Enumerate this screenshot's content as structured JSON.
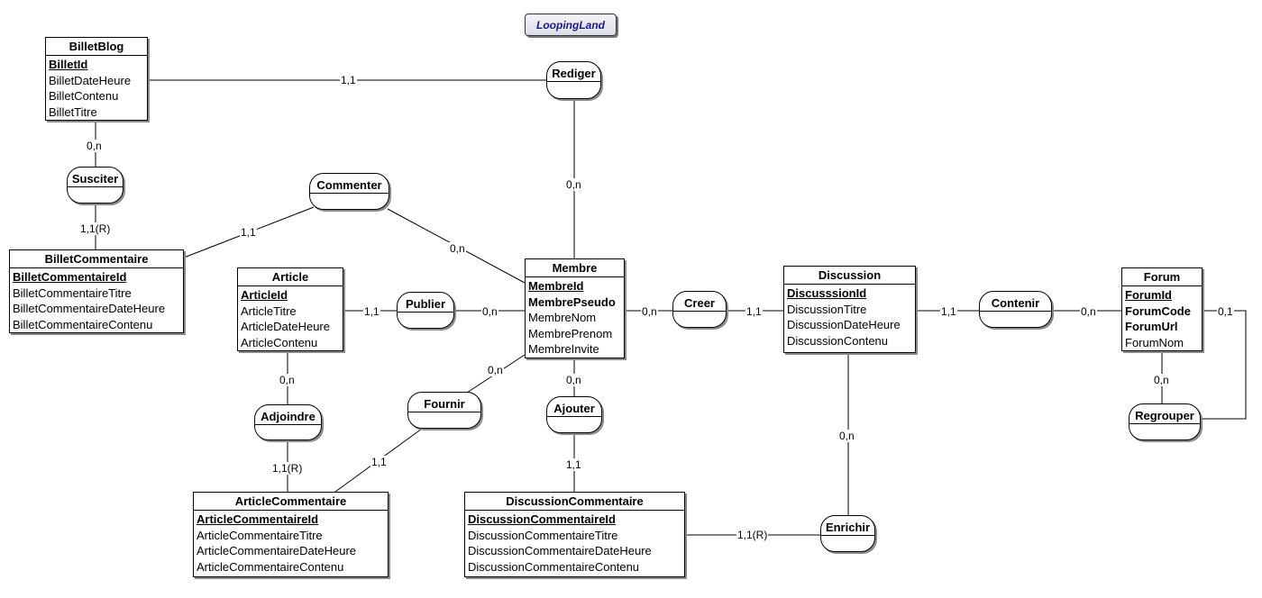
{
  "title": "LoopingLand",
  "entities": {
    "billetblog": {
      "name": "BilletBlog",
      "attributes": [
        {
          "label": "BilletId",
          "style": "key"
        },
        {
          "label": "BilletDateHeure",
          "style": ""
        },
        {
          "label": "BilletContenu",
          "style": ""
        },
        {
          "label": "BilletTitre",
          "style": ""
        }
      ]
    },
    "billetcommentaire": {
      "name": "BilletCommentaire",
      "attributes": [
        {
          "label": "BilletCommentaireId",
          "style": "key"
        },
        {
          "label": "BilletCommentaireTitre",
          "style": ""
        },
        {
          "label": "BilletCommentaireDateHeure",
          "style": ""
        },
        {
          "label": "BilletCommentaireContenu",
          "style": ""
        }
      ]
    },
    "article": {
      "name": "Article",
      "attributes": [
        {
          "label": "ArticleId",
          "style": "key"
        },
        {
          "label": "ArticleTitre",
          "style": ""
        },
        {
          "label": "ArticleDateHeure",
          "style": ""
        },
        {
          "label": "ArticleContenu",
          "style": ""
        }
      ]
    },
    "articlecommentaire": {
      "name": "ArticleCommentaire",
      "attributes": [
        {
          "label": "ArticleCommentaireId",
          "style": "key"
        },
        {
          "label": "ArticleCommentaireTitre",
          "style": ""
        },
        {
          "label": "ArticleCommentaireDateHeure",
          "style": ""
        },
        {
          "label": "ArticleCommentaireContenu",
          "style": ""
        }
      ]
    },
    "membre": {
      "name": "Membre",
      "attributes": [
        {
          "label": "MembreId",
          "style": "key"
        },
        {
          "label": "MembrePseudo",
          "style": "bold"
        },
        {
          "label": "MembreNom",
          "style": ""
        },
        {
          "label": "MembrePrenom",
          "style": ""
        },
        {
          "label": "MembreInvite",
          "style": ""
        }
      ]
    },
    "discussioncommentaire": {
      "name": "DiscussionCommentaire",
      "attributes": [
        {
          "label": "DiscussionCommentaireId",
          "style": "key"
        },
        {
          "label": "DiscussionCommentaireTitre",
          "style": ""
        },
        {
          "label": "DiscussionCommentaireDateHeure",
          "style": ""
        },
        {
          "label": "DiscussionCommentaireContenu",
          "style": ""
        }
      ]
    },
    "discussion": {
      "name": "Discussion",
      "attributes": [
        {
          "label": "DiscusssionId",
          "style": "key"
        },
        {
          "label": "DiscussionTitre",
          "style": ""
        },
        {
          "label": "DiscussionDateHeure",
          "style": ""
        },
        {
          "label": "DiscussionContenu",
          "style": ""
        }
      ]
    },
    "forum": {
      "name": "Forum",
      "attributes": [
        {
          "label": "ForumId",
          "style": "key"
        },
        {
          "label": "ForumCode",
          "style": "bold"
        },
        {
          "label": "ForumUrl",
          "style": "bold"
        },
        {
          "label": "ForumNom",
          "style": ""
        }
      ]
    }
  },
  "associations": {
    "rediger": "Rediger",
    "susciter": "Susciter",
    "commenter": "Commenter",
    "publier": "Publier",
    "adjoindre": "Adjoindre",
    "fournir": "Fournir",
    "ajouter": "Ajouter",
    "creer": "Creer",
    "contenir": "Contenir",
    "regrouper": "Regrouper",
    "enrichir": "Enrichir"
  },
  "cardinalities": {
    "billetblog_rediger": "1,1",
    "membre_rediger": "0,n",
    "billetblog_susciter": "0,n",
    "billetcommentaire_susciter": "1,1(R)",
    "billetcommentaire_commenter": "1,1",
    "membre_commenter": "0,n",
    "article_publier": "1,1",
    "membre_publier": "0,n",
    "article_adjoindre": "0,n",
    "articlecommentaire_adjoindre": "1,1(R)",
    "membre_fournir": "0,n",
    "articlecommentaire_fournir": "1,1",
    "membre_ajouter": "0,n",
    "discussioncommentaire_ajouter": "1,1",
    "membre_creer": "0,n",
    "discussion_creer": "1,1",
    "discussion_contenir": "1,1",
    "forum_contenir": "0,n",
    "forum_regrouper_a": "0,1",
    "forum_regrouper_b": "0,n",
    "discussion_enrichir": "0,n",
    "discussioncommentaire_enrichir": "1,1(R)"
  }
}
